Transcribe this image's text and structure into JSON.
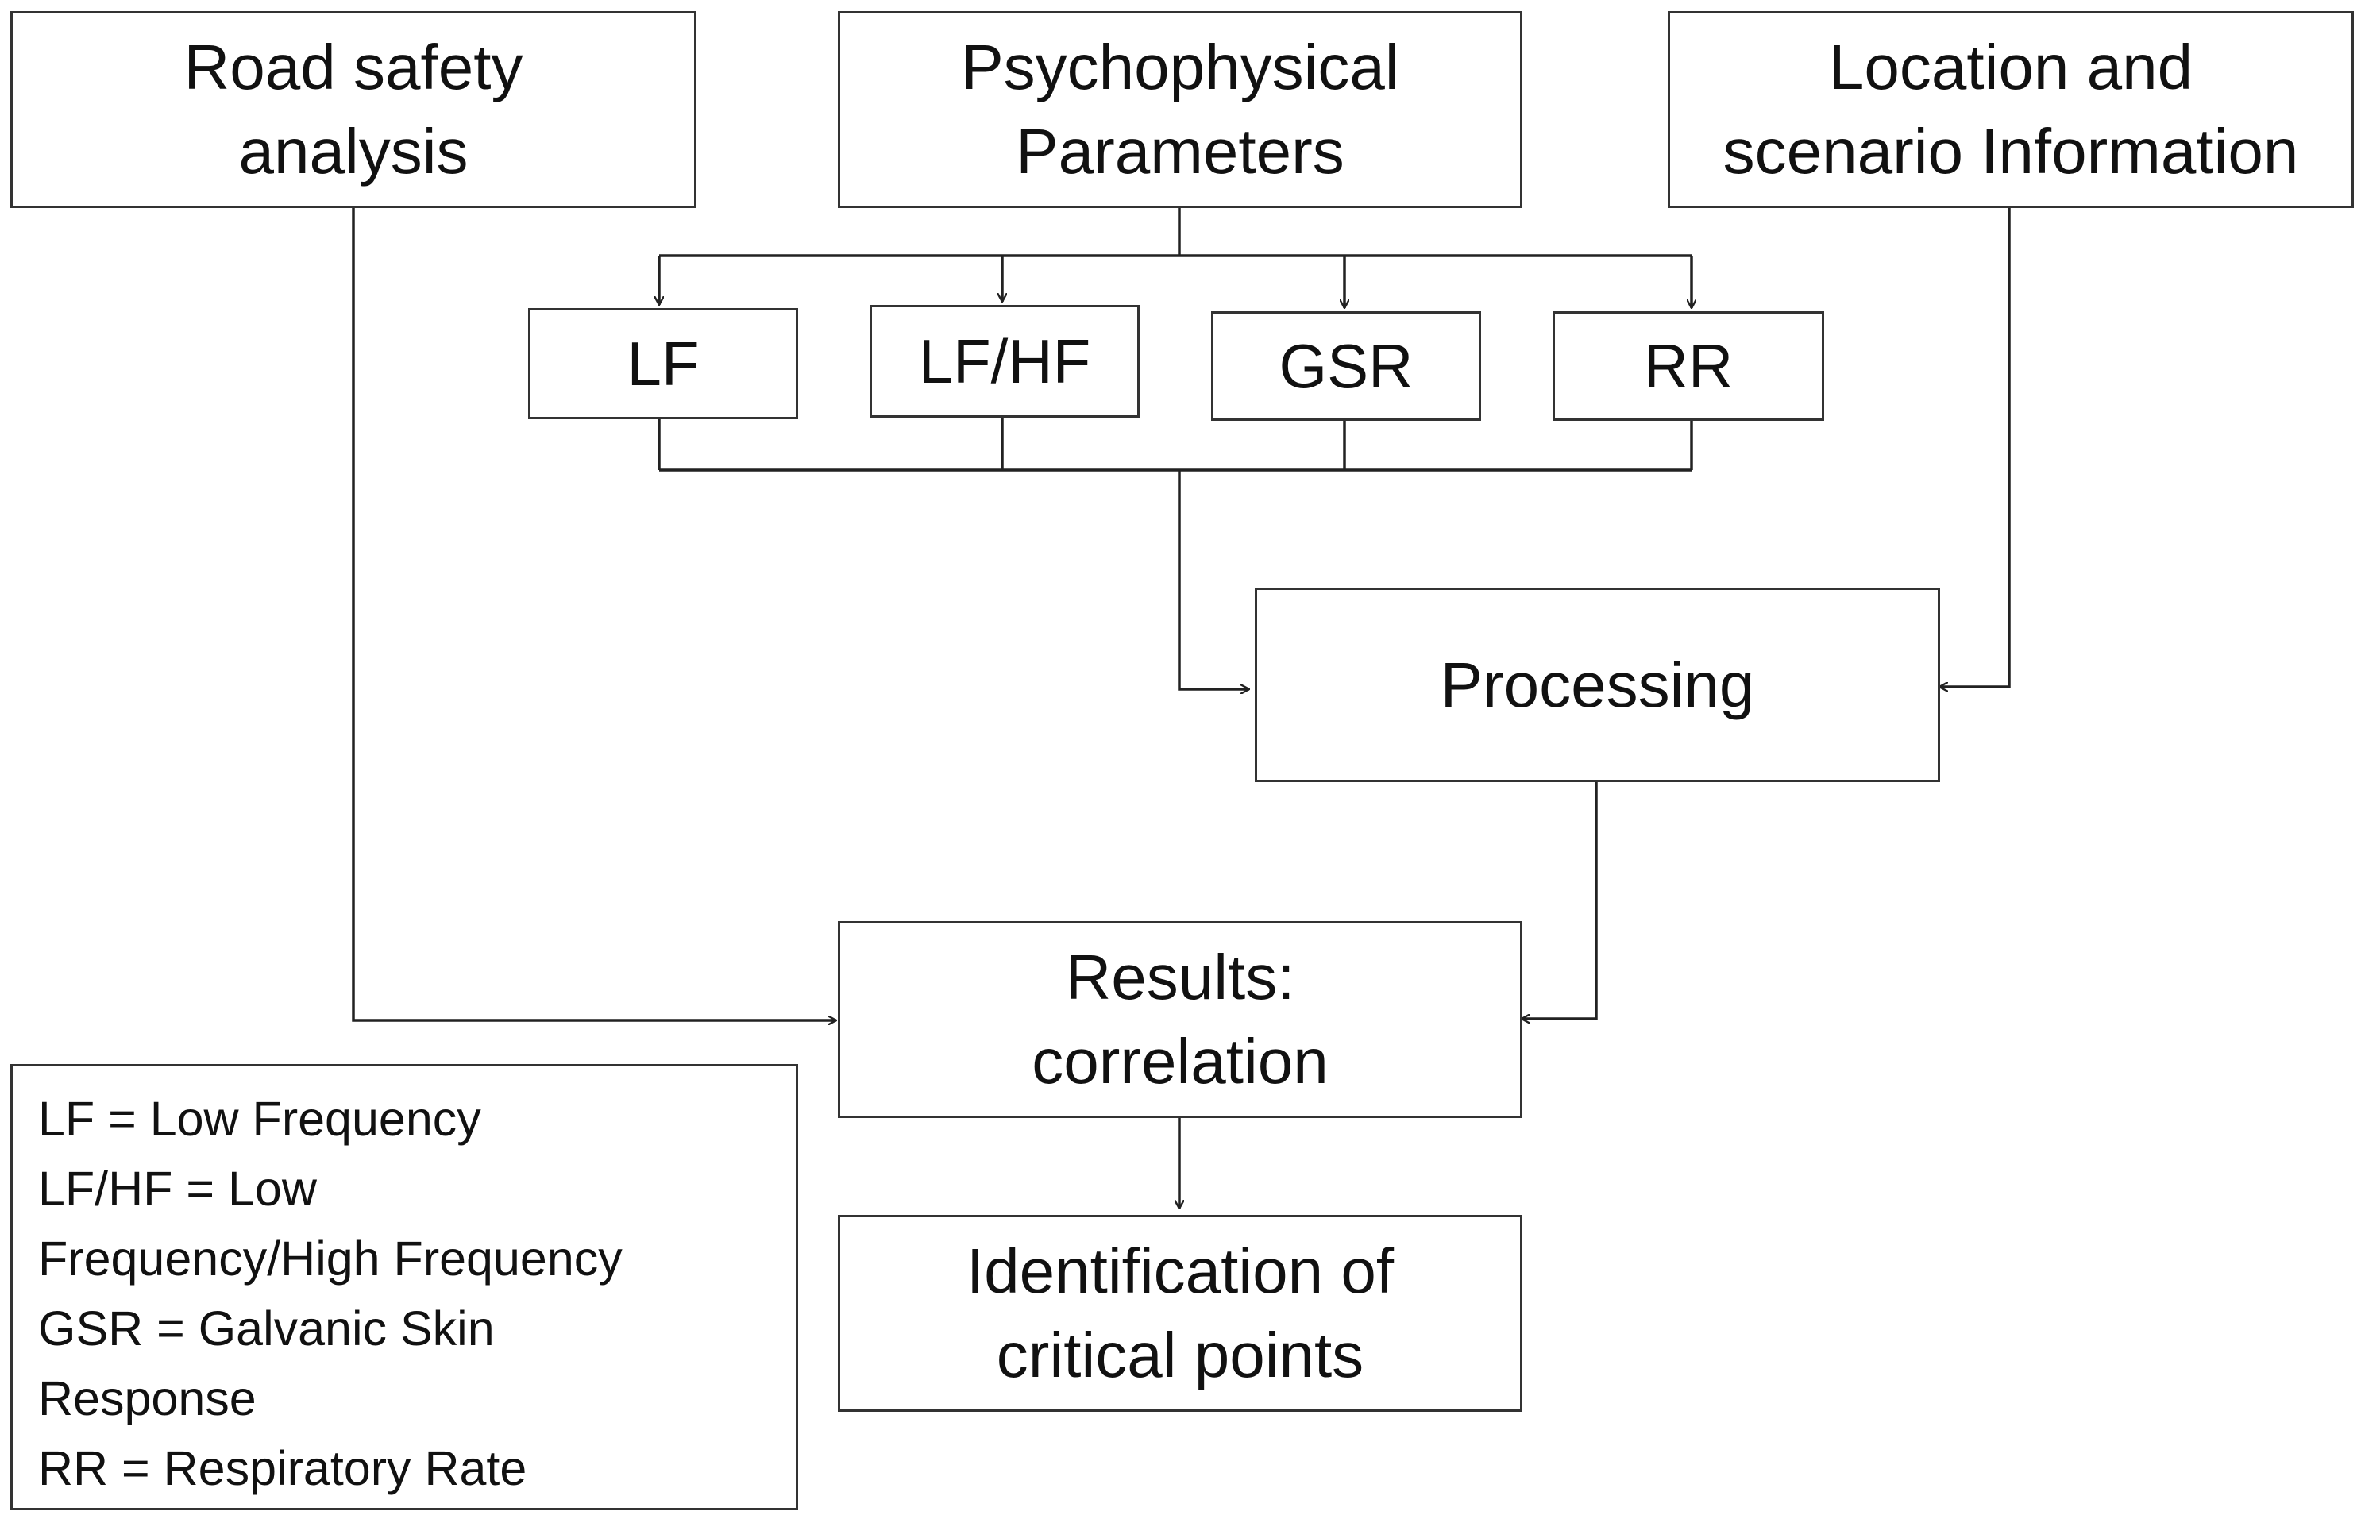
{
  "nodes": {
    "road_safety": "Road safety\nanalysis",
    "psychophysical": "Psychophysical\nParameters",
    "location": "Location and\nscenario Information",
    "lf": "LF",
    "lfhf": "LF/HF",
    "gsr": "GSR",
    "rr": "RR",
    "processing": "Processing",
    "results": "Results:\ncorrelation",
    "identification": "Identification of\ncritical points"
  },
  "legend": [
    "LF = Low Frequency",
    "LF/HF = Low",
    "Frequency/High Frequency",
    "GSR = Galvanic Skin",
    "Response",
    "RR = Respiratory Rate"
  ],
  "colors": {
    "stroke": "#222222",
    "text": "#111111",
    "background": "#ffffff"
  }
}
